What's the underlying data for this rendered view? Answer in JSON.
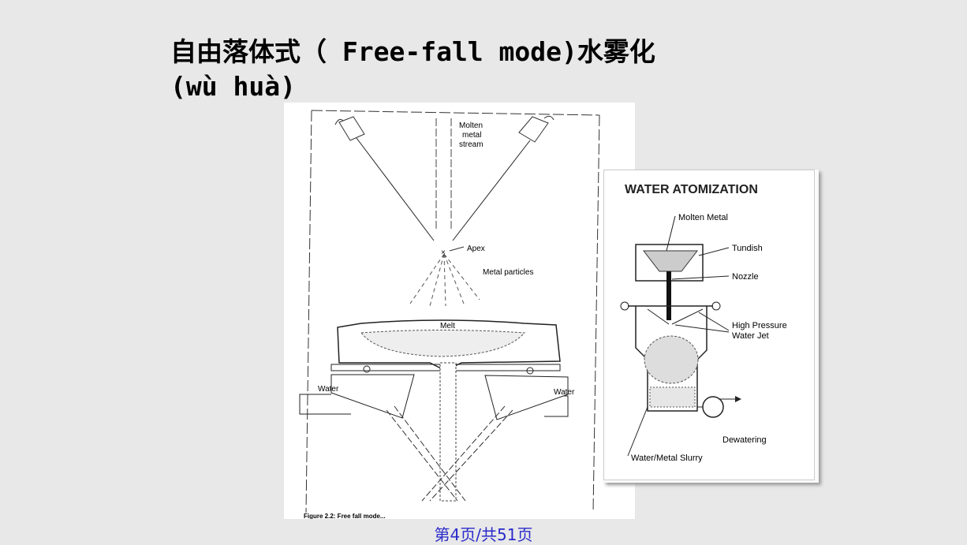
{
  "slide": {
    "title_line1": "自由落体式（ Free-fall mode)水雾化",
    "title_line2": "(wù huà)",
    "footer": "第4页/共51页"
  },
  "figure_left": {
    "label_stream": [
      "Molten",
      "metal",
      "stream"
    ],
    "label_apex": "Apex",
    "label_particles": "Metal particles",
    "label_melt": "Melt",
    "label_water_left": "Water",
    "label_water_right": "Water",
    "caption": "Figure 2.2: Free fall mode..."
  },
  "figure_right": {
    "heading": "WATER ATOMIZATION",
    "label_molten": "Molten Metal",
    "label_tundish": "Tundish",
    "label_nozzle": "Nozzle",
    "label_jet": [
      "High Pressure",
      "Water Jet"
    ],
    "label_dewatering": "Dewatering",
    "label_slurry": "Water/Metal Slurry"
  }
}
